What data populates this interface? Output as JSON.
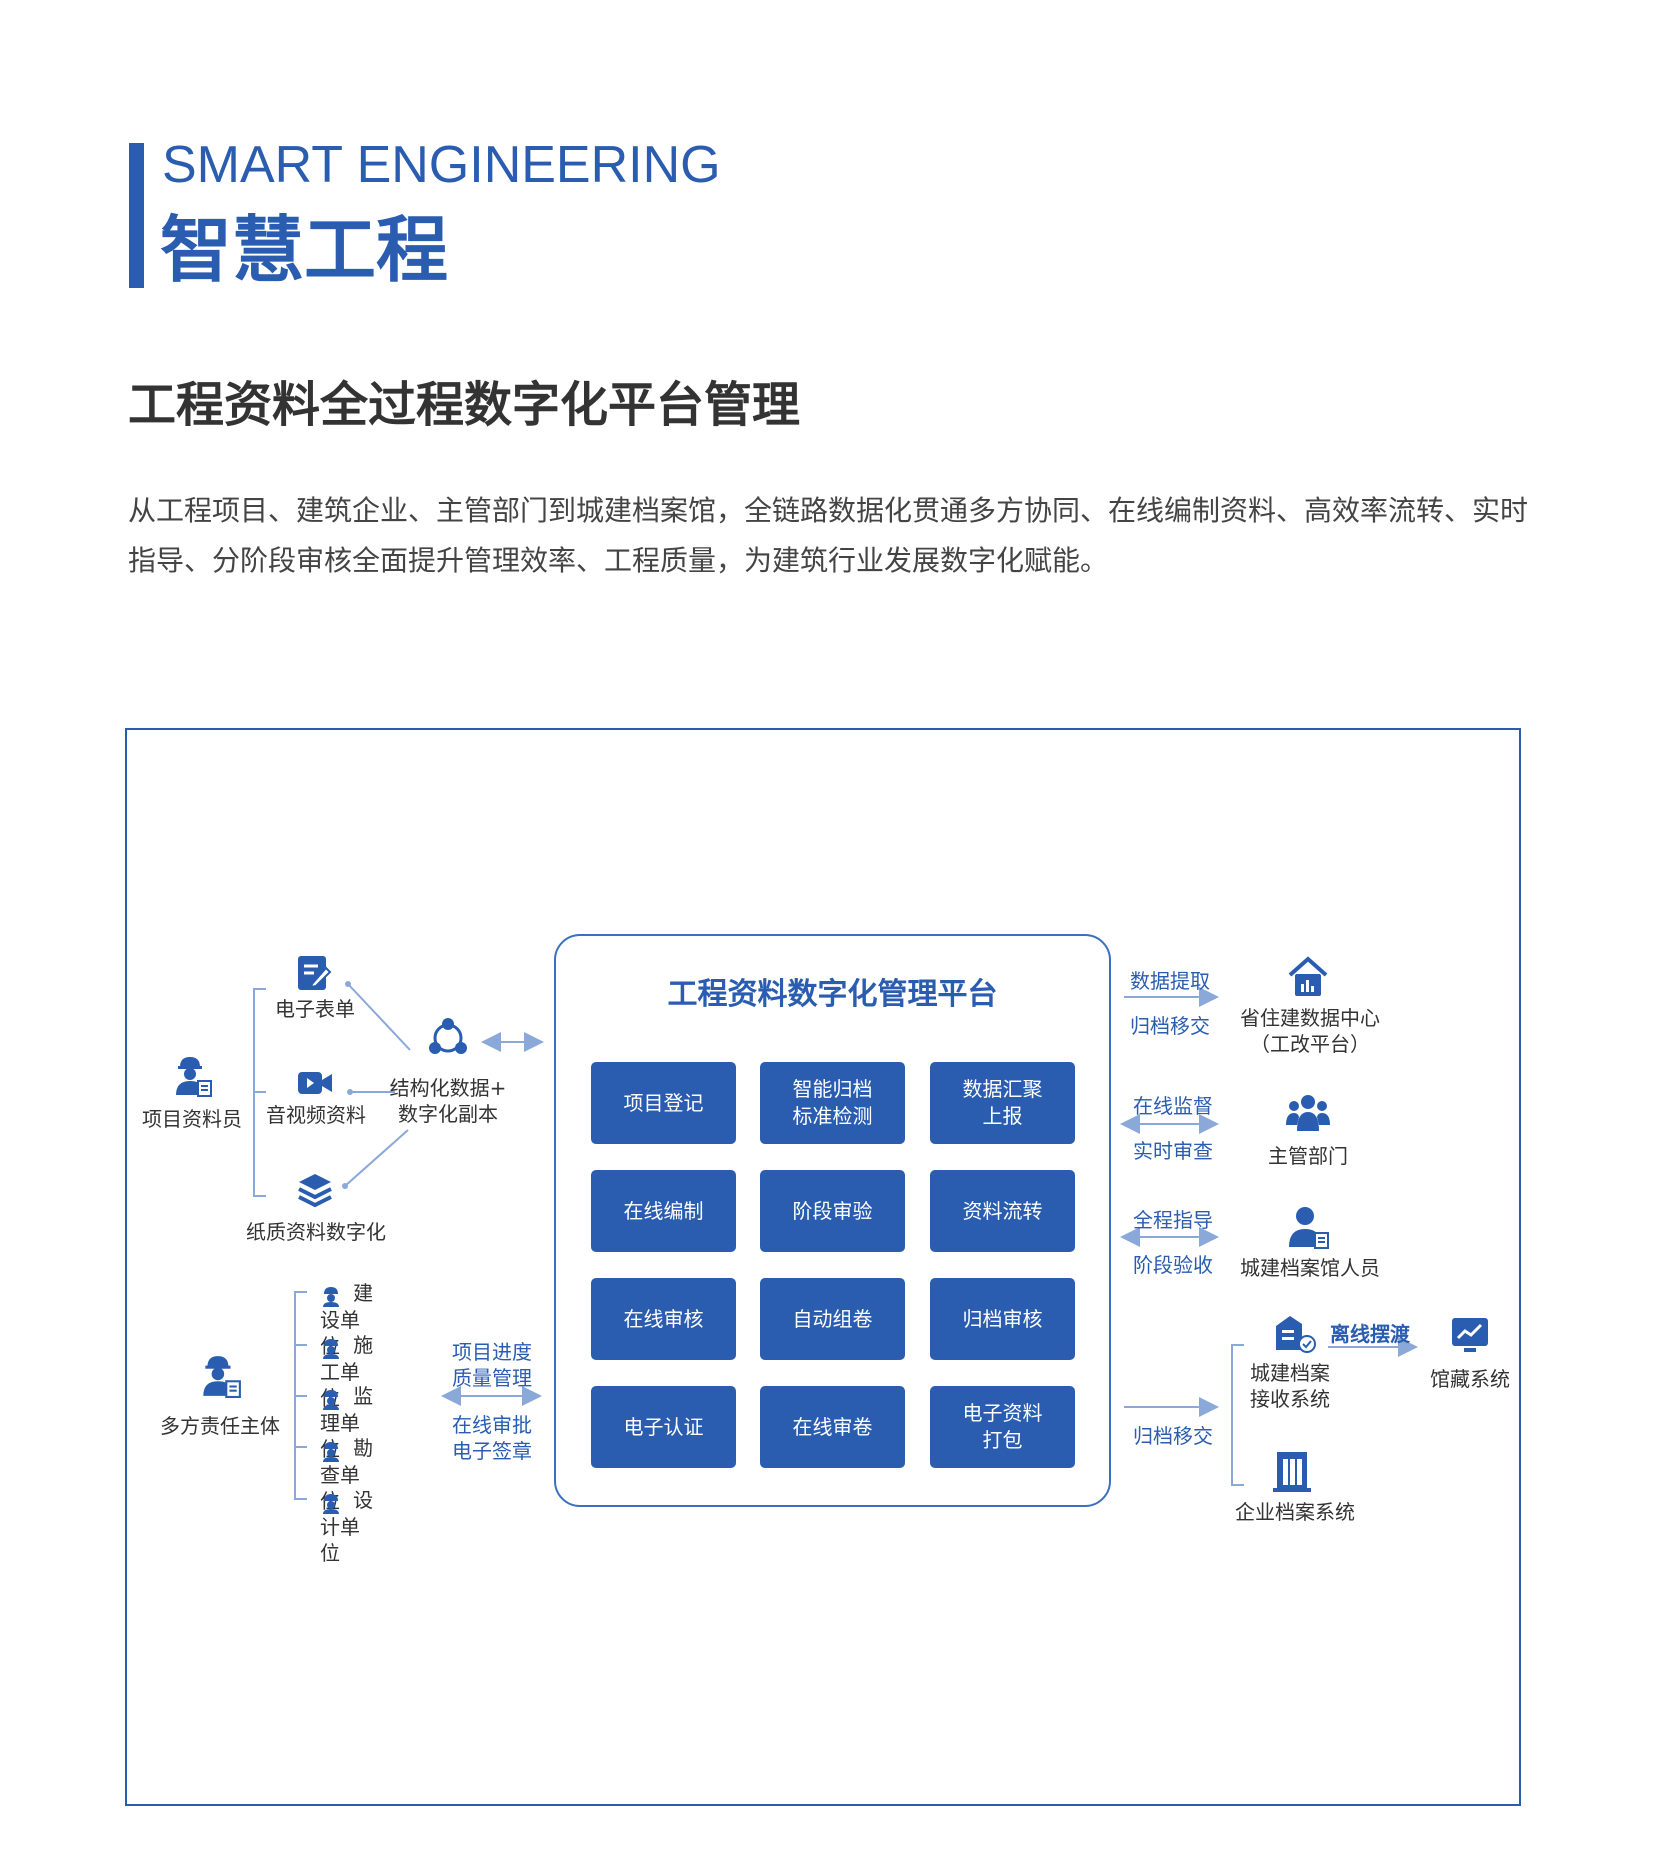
{
  "header": {
    "en_title": "SMART ENGINEERING",
    "cn_title": "智慧工程",
    "section_title": "工程资料全过程数字化平台管理",
    "intro": "从工程项目、建筑企业、主管部门到城建档案馆，全链路数据化贯通多方协同、在线编制资料、高效率流转、实时指导、分阶段审核全面提升管理效率、工程质量，为建筑行业发展数字化赋能。"
  },
  "platform": {
    "title": "工程资料数字化管理平台",
    "modules": [
      "项目登记",
      "智能归档\n标准检测",
      "数据汇聚\n上报",
      "在线编制",
      "阶段审验",
      "资料流转",
      "在线审核",
      "自动组卷",
      "归档审核",
      "电子认证",
      "在线审卷",
      "电子资料\n打包"
    ]
  },
  "left": {
    "clerk": "项目资料员",
    "e_form": "电子表单",
    "av_data": "音视频资料",
    "paper_digit": "纸质资料数字化",
    "structured": "结构化数据+\n数字化副本",
    "parties": "多方责任主体",
    "units": [
      "建设单位",
      "施工单位",
      "监理单位",
      "勘查单位",
      "设计单位"
    ],
    "progress_label": "项目进度\n质量管理",
    "approval_label": "在线审批\n电子签章"
  },
  "right": {
    "link1_top": "数据提取",
    "link1_bottom": "归档移交",
    "node1": "省住建数据中心\n（工改平台）",
    "link2_top": "在线监督",
    "link2_bottom": "实时审查",
    "node2": "主管部门",
    "link3_top": "全程指导",
    "link3_bottom": "阶段验收",
    "node3": "城建档案馆人员",
    "offline": "离线摆渡",
    "node4": "城建档案\n接收系统",
    "node5": "馆藏系统",
    "link4": "归档移交",
    "node6": "企业档案系统"
  },
  "colors": {
    "brand": "#2a5db0",
    "line": "#8aa8d8",
    "text": "#333333"
  }
}
